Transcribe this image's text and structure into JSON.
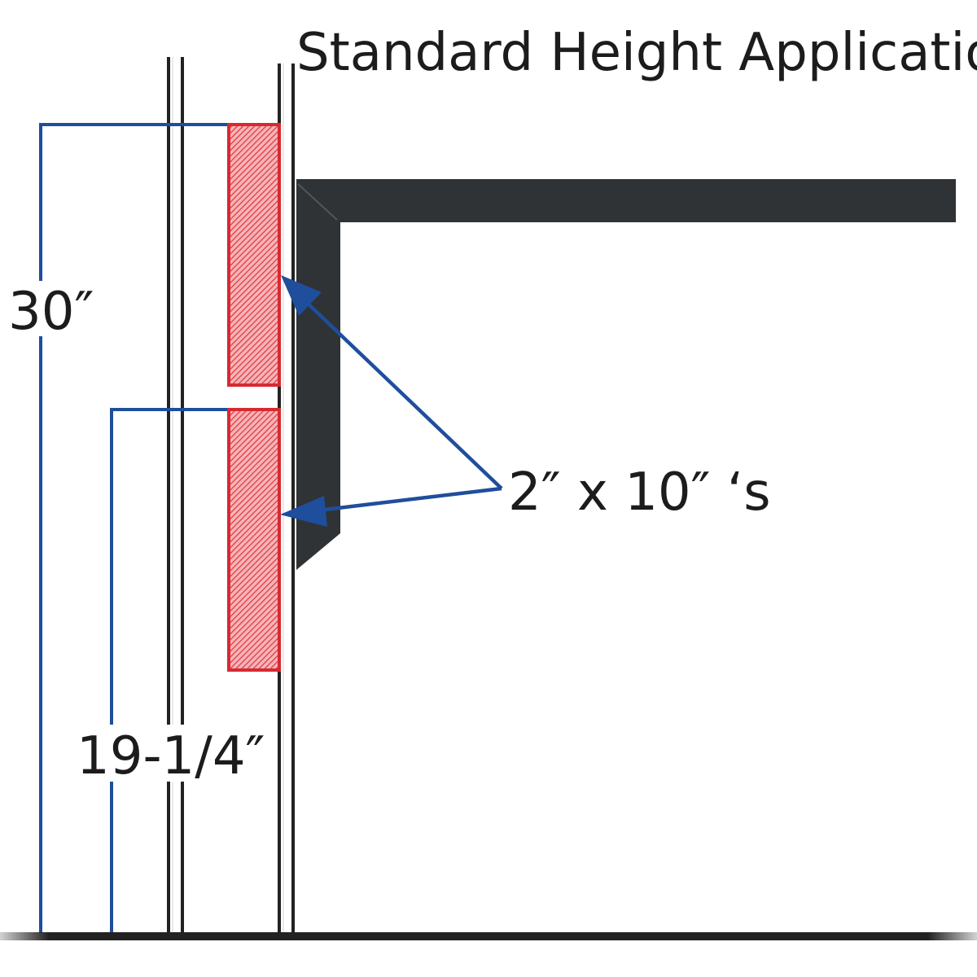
{
  "title": "Standard Height Application",
  "dimensions": {
    "upper": "30″",
    "lower": "19-1/4″"
  },
  "callout": {
    "label": "2″ x 10″ ‘s"
  },
  "colors": {
    "dimension_line": "#1f4e9c",
    "board_fill": "#e8454c",
    "board_stroke": "#d62a33",
    "bracket": "#2f3336",
    "structure": "#222222"
  }
}
